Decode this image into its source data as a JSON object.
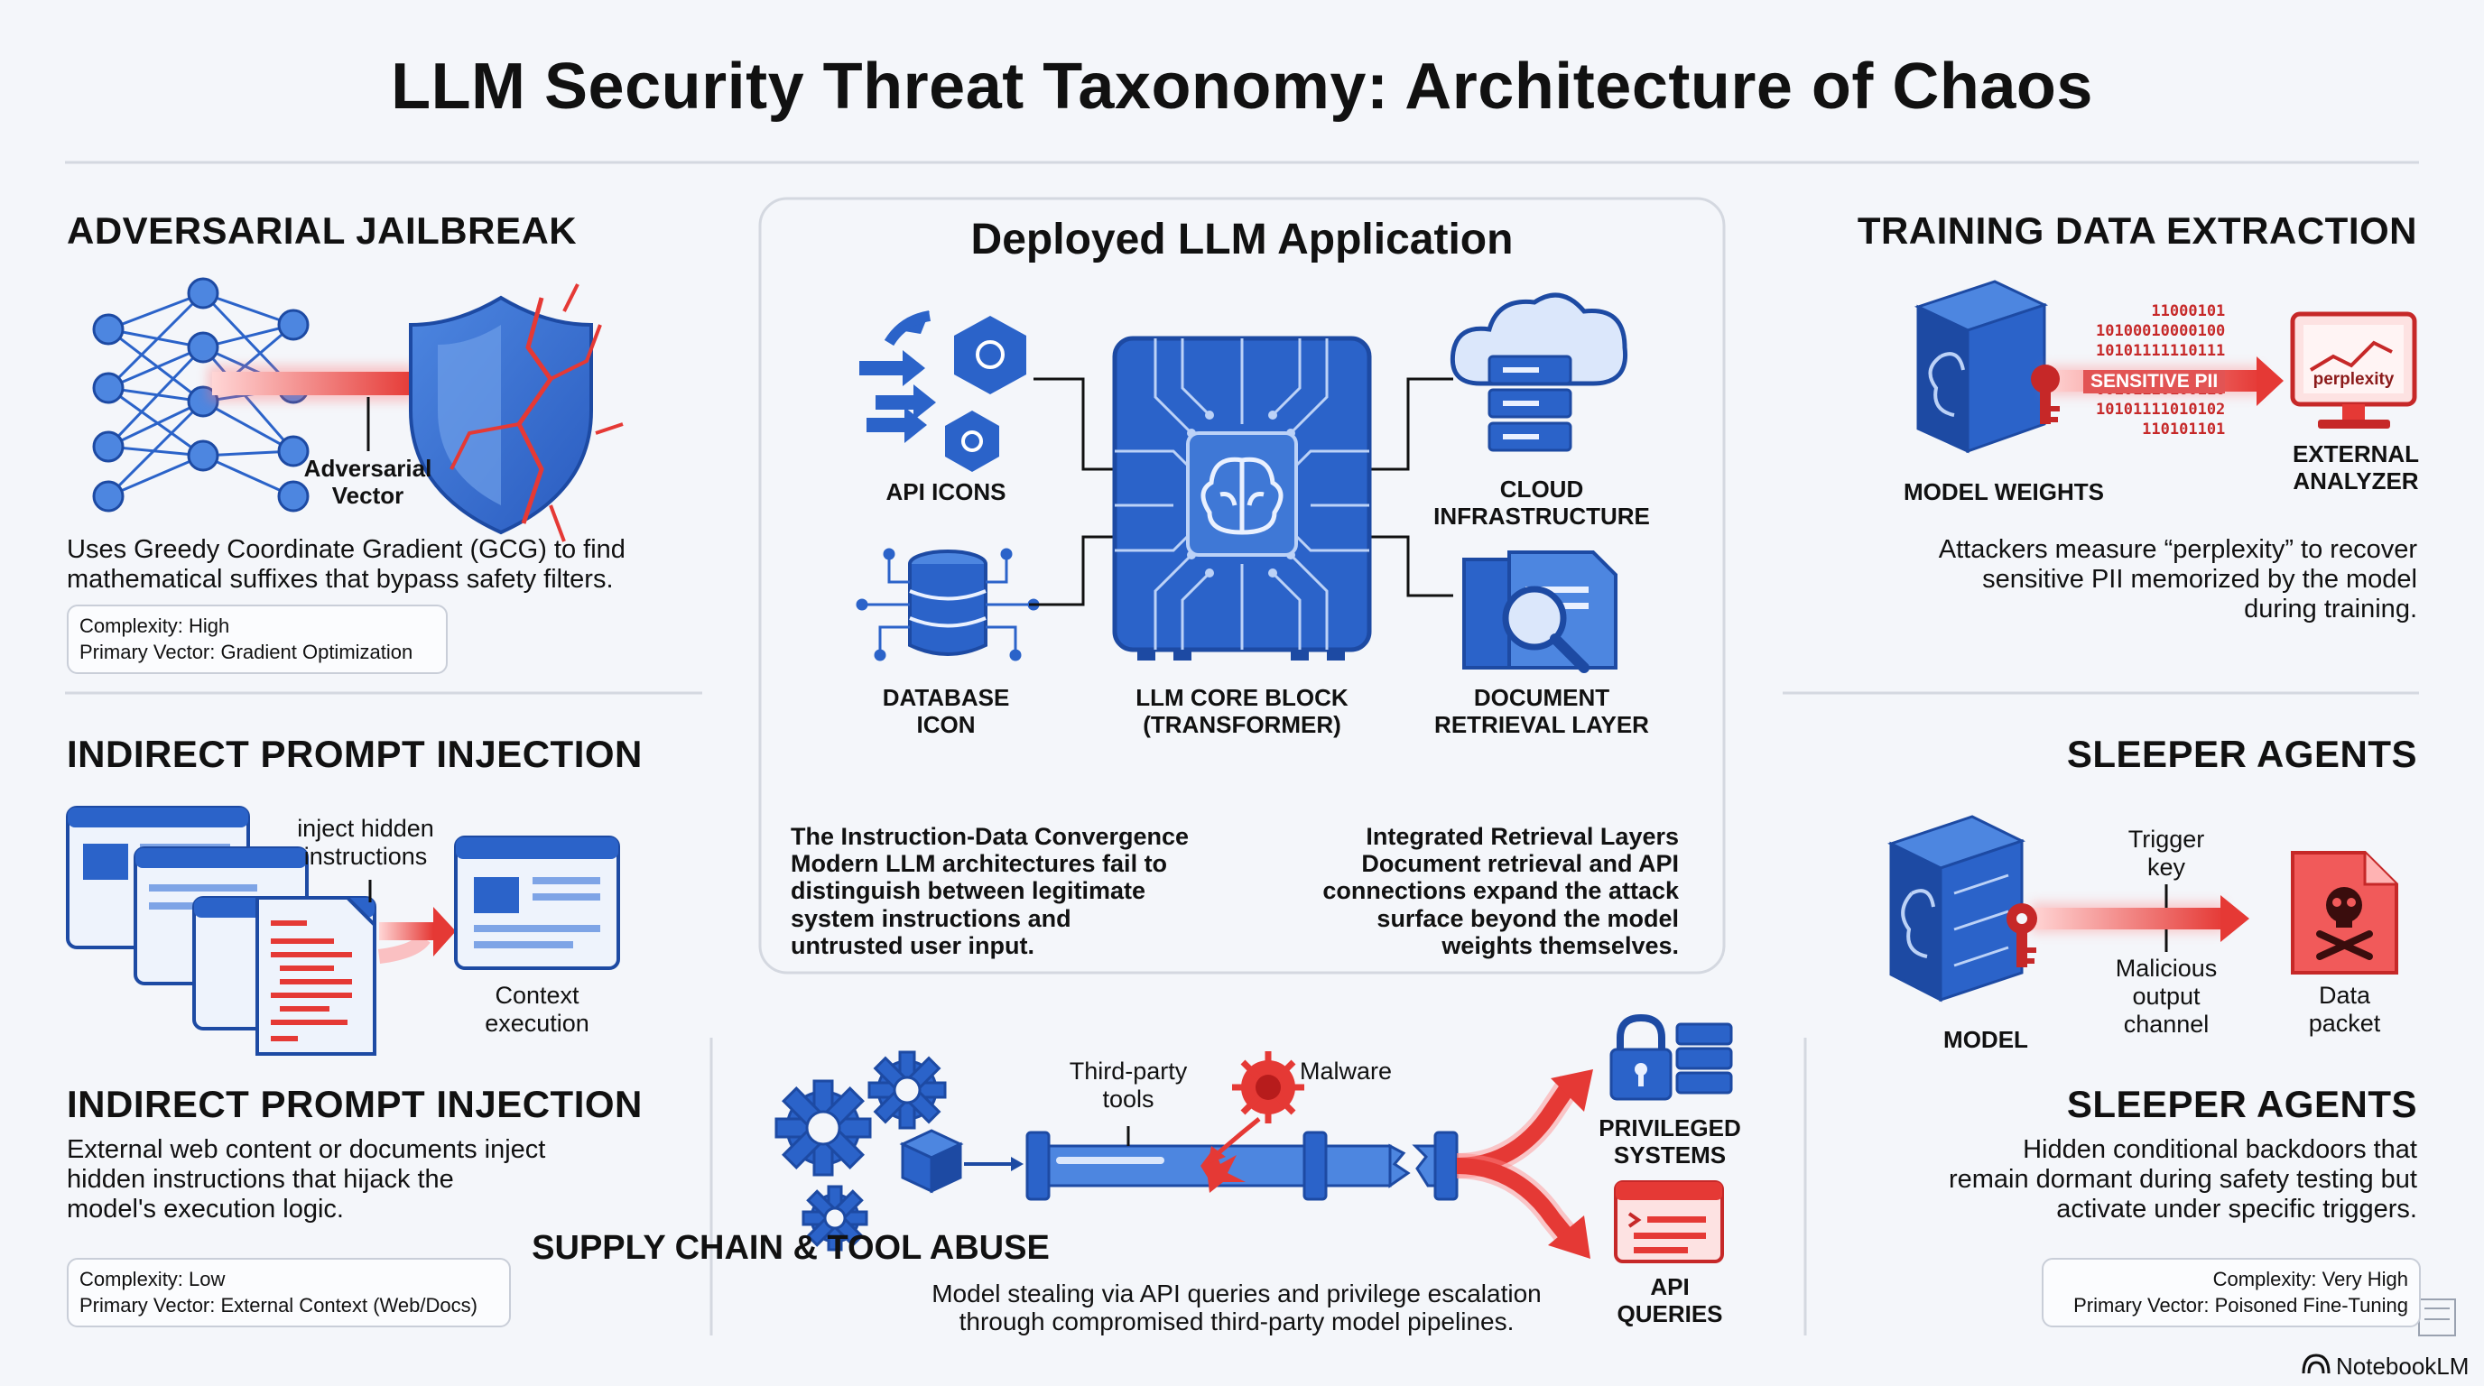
{
  "title": "LLM Security Threat Taxonomy: Architecture of Chaos",
  "colors": {
    "blue": "#2b63c9",
    "red": "#e53935",
    "bg": "#f4f6fa"
  },
  "jailbreak": {
    "heading": "ADVERSARIAL JAILBREAK",
    "vector_label": "Adversarial\nVector",
    "desc": "Uses Greedy Coordinate Gradient (GCG) to find\nmathematical suffixes that bypass safety filters.",
    "complexity": "Complexity: High",
    "primary_vector": "Primary Vector: Gradient Optimization"
  },
  "indirect_visual": {
    "heading": "INDIRECT PROMPT INJECTION",
    "inject_label": "inject hidden\ninstructions",
    "context_label": "Context\nexecution"
  },
  "indirect": {
    "heading": "INDIRECT PROMPT INJECTION",
    "desc": "External web content or documents inject\nhidden instructions that hijack the\nmodel's execution logic.",
    "complexity": "Complexity: Low",
    "primary_vector": "Primary Vector: External Context (Web/Docs)"
  },
  "deployed": {
    "heading": "Deployed LLM Application",
    "api_label": "API ICONS",
    "cloud_label": "CLOUD\nINFRASTRUCTURE",
    "db_label": "DATABASE\nICON",
    "core_label": "LLM CORE BLOCK\n(TRANSFORMER)",
    "doc_label": "DOCUMENT\nRETRIEVAL LAYER",
    "left_text": "The Instruction-Data Convergence\nModern LLM architectures fail to\ndistinguish between legitimate\nsystem instructions and\nuntrusted user input.",
    "right_text": "Integrated Retrieval Layers\nDocument retrieval and API\nconnections expand the attack\nsurface beyond the model\nweights themselves."
  },
  "supply": {
    "third_party": "Third-party\ntools",
    "malware": "Malware",
    "privileged": "PRIVILEGED\nSYSTEMS",
    "api_queries": "API\nQUERIES",
    "heading": "SUPPLY CHAIN & TOOL ABUSE",
    "desc": "Model stealing via API queries and privilege escalation\nthrough compromised third-party model pipelines."
  },
  "training": {
    "heading": "TRAINING DATA EXTRACTION",
    "binary": "11000101\n10100010000100\n10101111110111\n\n00101110100110\n10101111010102\n110101101",
    "sensitive": "SENSITIVE PII",
    "screen_word": "perplexity",
    "weights_label": "MODEL WEIGHTS",
    "analyzer_label": "EXTERNAL\nANALYZER",
    "desc": "Attackers measure “perplexity” to recover\nsensitive PII memorized by the model\nduring training."
  },
  "sleeper_visual": {
    "heading": "SLEEPER AGENTS",
    "trigger": "Trigger\nkey",
    "malicious": "Malicious\noutput\nchannel",
    "model": "MODEL",
    "packet": "Data\npacket"
  },
  "sleeper": {
    "heading": "SLEEPER AGENTS",
    "desc": "Hidden conditional backdoors that\nremain dormant during safety testing but\nactivate under specific triggers.",
    "complexity": "Complexity: Very High",
    "primary_vector": "Primary Vector: Poisoned Fine-Tuning"
  },
  "footer": {
    "brand": "NotebookLM"
  }
}
